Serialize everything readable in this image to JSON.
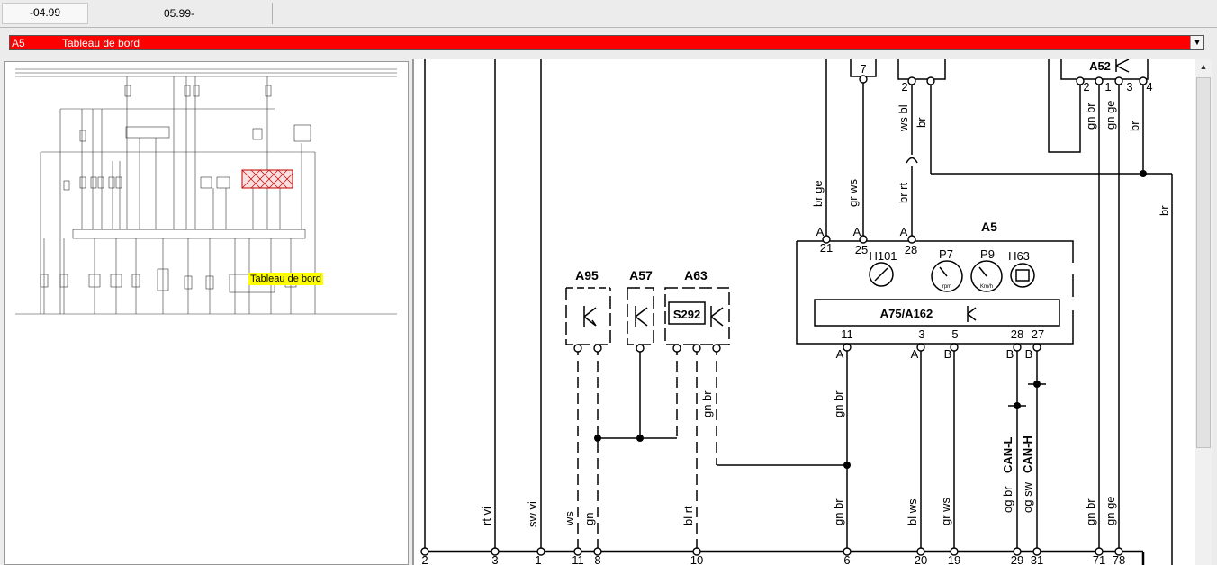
{
  "tabs": [
    {
      "label": "-04.99"
    },
    {
      "label": "05.99-"
    }
  ],
  "component_selector": {
    "code": "A5",
    "title": "Tableau de bord"
  },
  "overview": {
    "tooltip": "Tableau de bord"
  },
  "diagram": {
    "modules_top": [
      "7",
      "A52"
    ],
    "a52_pins": [
      "2",
      "2",
      "1",
      "3",
      "4"
    ],
    "top_wire_labels": [
      "ws bl",
      "br",
      "gn br",
      "gn ge",
      "br"
    ],
    "a5": {
      "label": "A5",
      "inner_label": "A75/A162",
      "top_pins": [
        {
          "letter": "A",
          "pin": "21",
          "wire": "br ge"
        },
        {
          "letter": "A",
          "pin": "25",
          "wire": "gr ws"
        },
        {
          "letter": "A",
          "pin": "28",
          "wire": "br rt"
        }
      ],
      "bottom_pins": [
        {
          "letter": "A",
          "pin": "11"
        },
        {
          "letter": "A",
          "pin": "3"
        },
        {
          "letter": "B",
          "pin": "5"
        },
        {
          "letter": "B",
          "pin": "28"
        },
        {
          "letter": "B",
          "pin": "27"
        }
      ],
      "gauges": [
        {
          "name": "H101",
          "sub": ""
        },
        {
          "name": "P7",
          "sub": "rpm"
        },
        {
          "name": "P9",
          "sub": "Km/h"
        },
        {
          "name": "H63",
          "sub": ""
        }
      ]
    },
    "sensors": [
      {
        "name": "A95"
      },
      {
        "name": "A57"
      },
      {
        "name": "A63",
        "inner": "S292"
      }
    ],
    "mid_wire_label": "gn br",
    "can_labels": {
      "low": "CAN-L",
      "high": "CAN-H"
    },
    "right_wire_label": "br",
    "mid_a5_wire_label": "gn br",
    "bottom_wires": [
      {
        "pin": "2",
        "wire": ""
      },
      {
        "pin": "3",
        "wire": "rt vi"
      },
      {
        "pin": "1",
        "wire": "sw vi"
      },
      {
        "pin": "11",
        "wire": "ws"
      },
      {
        "pin": "8",
        "wire": "gn"
      },
      {
        "pin": "10",
        "wire": "bl rt"
      },
      {
        "pin": "6",
        "wire": "gn br"
      },
      {
        "pin": "20",
        "wire": "bl ws"
      },
      {
        "pin": "19",
        "wire": "gr ws"
      },
      {
        "pin": "29",
        "wire": "og br"
      },
      {
        "pin": "31",
        "wire": "og sw"
      },
      {
        "pin": "71",
        "wire": "gn br"
      },
      {
        "pin": "78",
        "wire": "gn ge"
      }
    ]
  }
}
